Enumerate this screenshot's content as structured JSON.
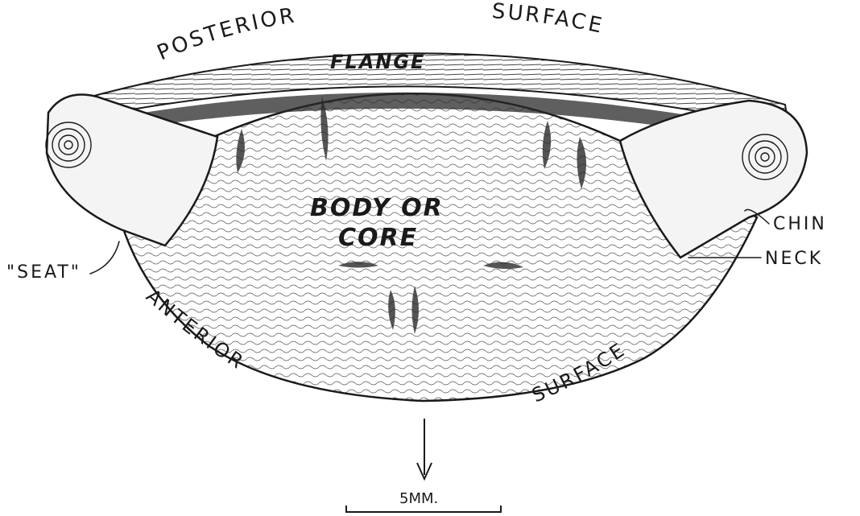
{
  "labels": {
    "posterior": "POSTERIOR",
    "surface_top": "SURFACE",
    "flange": "FLANGE",
    "body_line1": "BODY OR",
    "body_line2": "CORE",
    "seat": "\"SEAT\"",
    "chin": "CHIN",
    "neck": "NECK",
    "anterior": "ANTERIOR",
    "surface_bottom": "SURFACE"
  },
  "scale_bar": {
    "label": "5MM."
  },
  "colors": {
    "ink": "#1a1a1a",
    "paper": "#ffffff",
    "shade": "#dcdcdc"
  }
}
